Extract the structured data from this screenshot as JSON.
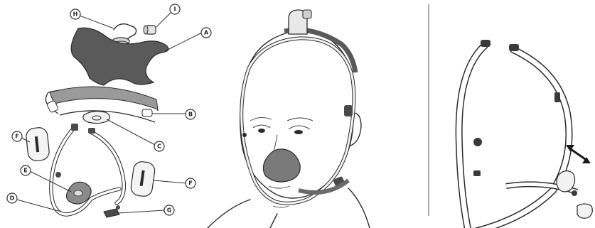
{
  "figure": {
    "callouts": [
      {
        "id": "H",
        "label": "H"
      },
      {
        "id": "I",
        "label": "I"
      },
      {
        "id": "A",
        "label": "A"
      },
      {
        "id": "B",
        "label": "B"
      },
      {
        "id": "C",
        "label": "C"
      },
      {
        "id": "F1",
        "label": "F"
      },
      {
        "id": "F2",
        "label": "F"
      },
      {
        "id": "E",
        "label": "E"
      },
      {
        "id": "D",
        "label": "D"
      },
      {
        "id": "G",
        "label": "G"
      }
    ],
    "colors": {
      "headgear": "#5a5a5a",
      "strap": "#9a9a9a",
      "line": "#2b2b2b",
      "cushion": "#7a7a7a"
    }
  }
}
